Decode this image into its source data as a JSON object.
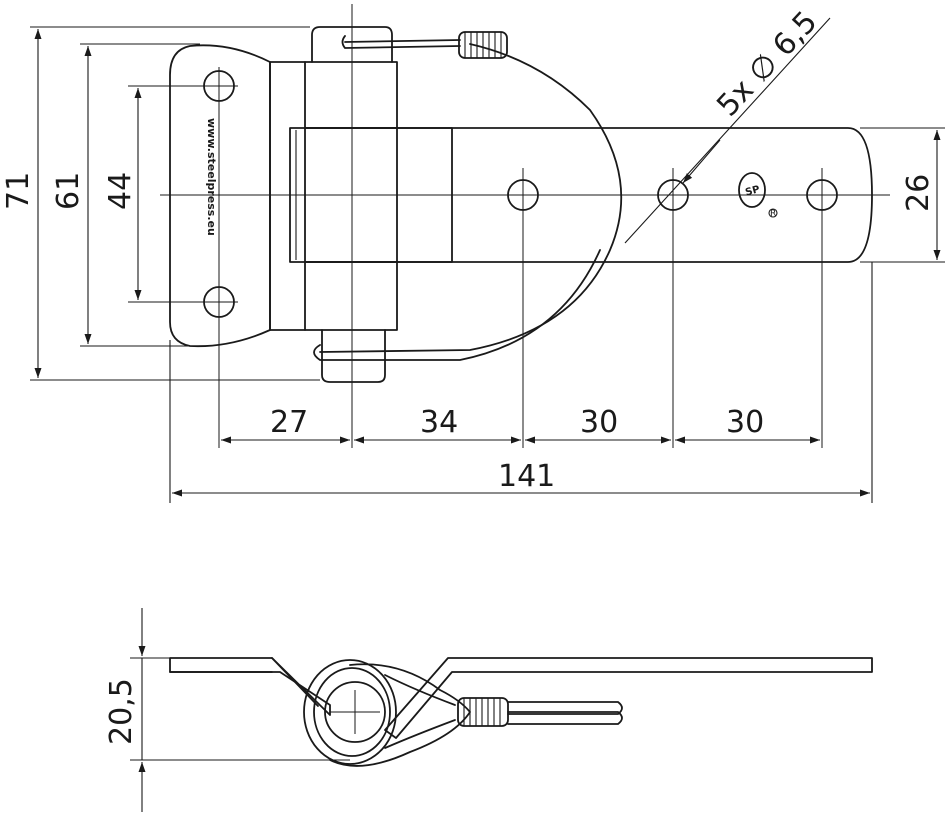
{
  "top_view": {
    "dimensions": {
      "total_height": "71",
      "plate_height": "61",
      "hole_spacing_vertical": "44",
      "strap_width": "26",
      "hole_spec": "5x ∅ 6,5",
      "seg_1": "27",
      "seg_2": "34",
      "seg_3": "30",
      "seg_4": "30",
      "total_length": "141"
    },
    "plate_text": "www.steelpress.eu",
    "logo_text": "SP",
    "registered_mark": "R"
  },
  "side_view": {
    "dimensions": {
      "height": "20,5"
    }
  }
}
